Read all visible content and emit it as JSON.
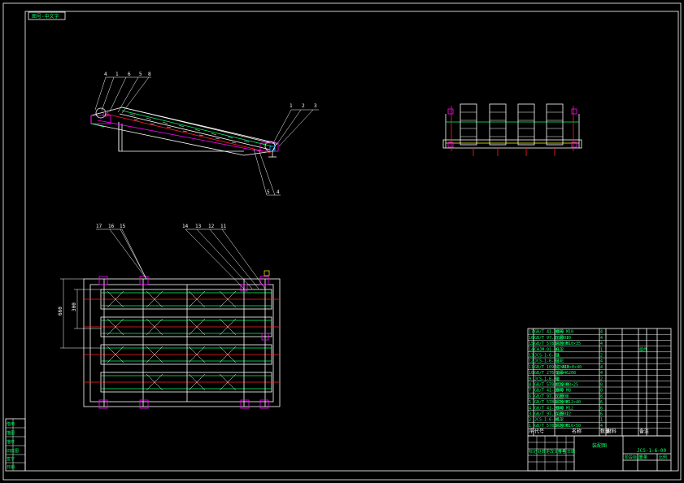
{
  "drawing": {
    "corner_tag": "图号-中文字",
    "side_view_balloons_top": [
      "4",
      "1",
      "6",
      "5",
      "8"
    ],
    "side_view_balloons_right": [
      "1",
      "2",
      "3"
    ],
    "side_view_balloons_bottom": [
      "5",
      "4"
    ],
    "plan_view_balloons_left": [
      "17",
      "16",
      "15"
    ],
    "plan_view_balloons_right": [
      "14",
      "13",
      "12",
      "11"
    ],
    "plan_dim_outer": "660",
    "plan_dim_inner": "300"
  },
  "bom": {
    "rows": [
      [
        "17",
        "GB/T 41-2000",
        "螺母 M10",
        "4",
        "",
        ""
      ],
      [
        "16",
        "GB/T 97.1-2002",
        "垫圈 10",
        "4",
        "",
        ""
      ],
      [
        "15",
        "GB/T 5783-2000",
        "螺栓 M10×35",
        "4",
        "",
        ""
      ],
      [
        "14",
        "CHJM-01-00",
        "托架",
        "1",
        "",
        "组件"
      ],
      [
        "13",
        "JCS-1-6-03",
        "链",
        "2",
        "",
        ""
      ],
      [
        "12",
        "JCS-1-6-02",
        "链轮",
        "4",
        "",
        ""
      ],
      [
        "11",
        "GB/T 1096-2003",
        "键 A10×8×40",
        "4",
        "",
        ""
      ],
      [
        "10",
        "GB/T 276-1994",
        "轴承 6208",
        "4",
        "",
        ""
      ],
      [
        "9",
        "JCS-1-6-01",
        "轴",
        "2",
        "",
        ""
      ],
      [
        "8",
        "GB/T 5783-2000",
        "螺栓 M8×25",
        "8",
        "",
        ""
      ],
      [
        "7",
        "GB/T 41-2000",
        "螺母 M8",
        "8",
        "",
        ""
      ],
      [
        "6",
        "GB/T 97.1-2002",
        "垫圈 8",
        "8",
        "",
        ""
      ],
      [
        "5",
        "GB/T 5783-2000",
        "螺栓 M12×40",
        "6",
        "",
        ""
      ],
      [
        "4",
        "GB/T 41-2000",
        "螺母 M12",
        "6",
        "",
        ""
      ],
      [
        "3",
        "GB/T 97.1-2002",
        "垫圈 12",
        "6",
        "",
        ""
      ],
      [
        "2",
        "JCS-1-6-04",
        "机架",
        "1",
        "",
        ""
      ],
      [
        "1",
        "GB/T 5783-2000",
        "螺栓 M16×50",
        "4",
        "",
        ""
      ]
    ],
    "header": [
      "序",
      "代号",
      "名称",
      "数量",
      "材料",
      "备注"
    ]
  },
  "title_block": {
    "name": "装配图",
    "drawing_no": "JCS-1-6-00",
    "labels_left": [
      "标记",
      "处数",
      "更改文件号",
      "签名",
      "日期"
    ],
    "labels_right": [
      "阶段标记",
      "重量",
      "比例"
    ]
  },
  "left_strip": [
    "借用",
    "描图",
    "描校",
    "旧底图",
    "签字",
    "日期"
  ]
}
